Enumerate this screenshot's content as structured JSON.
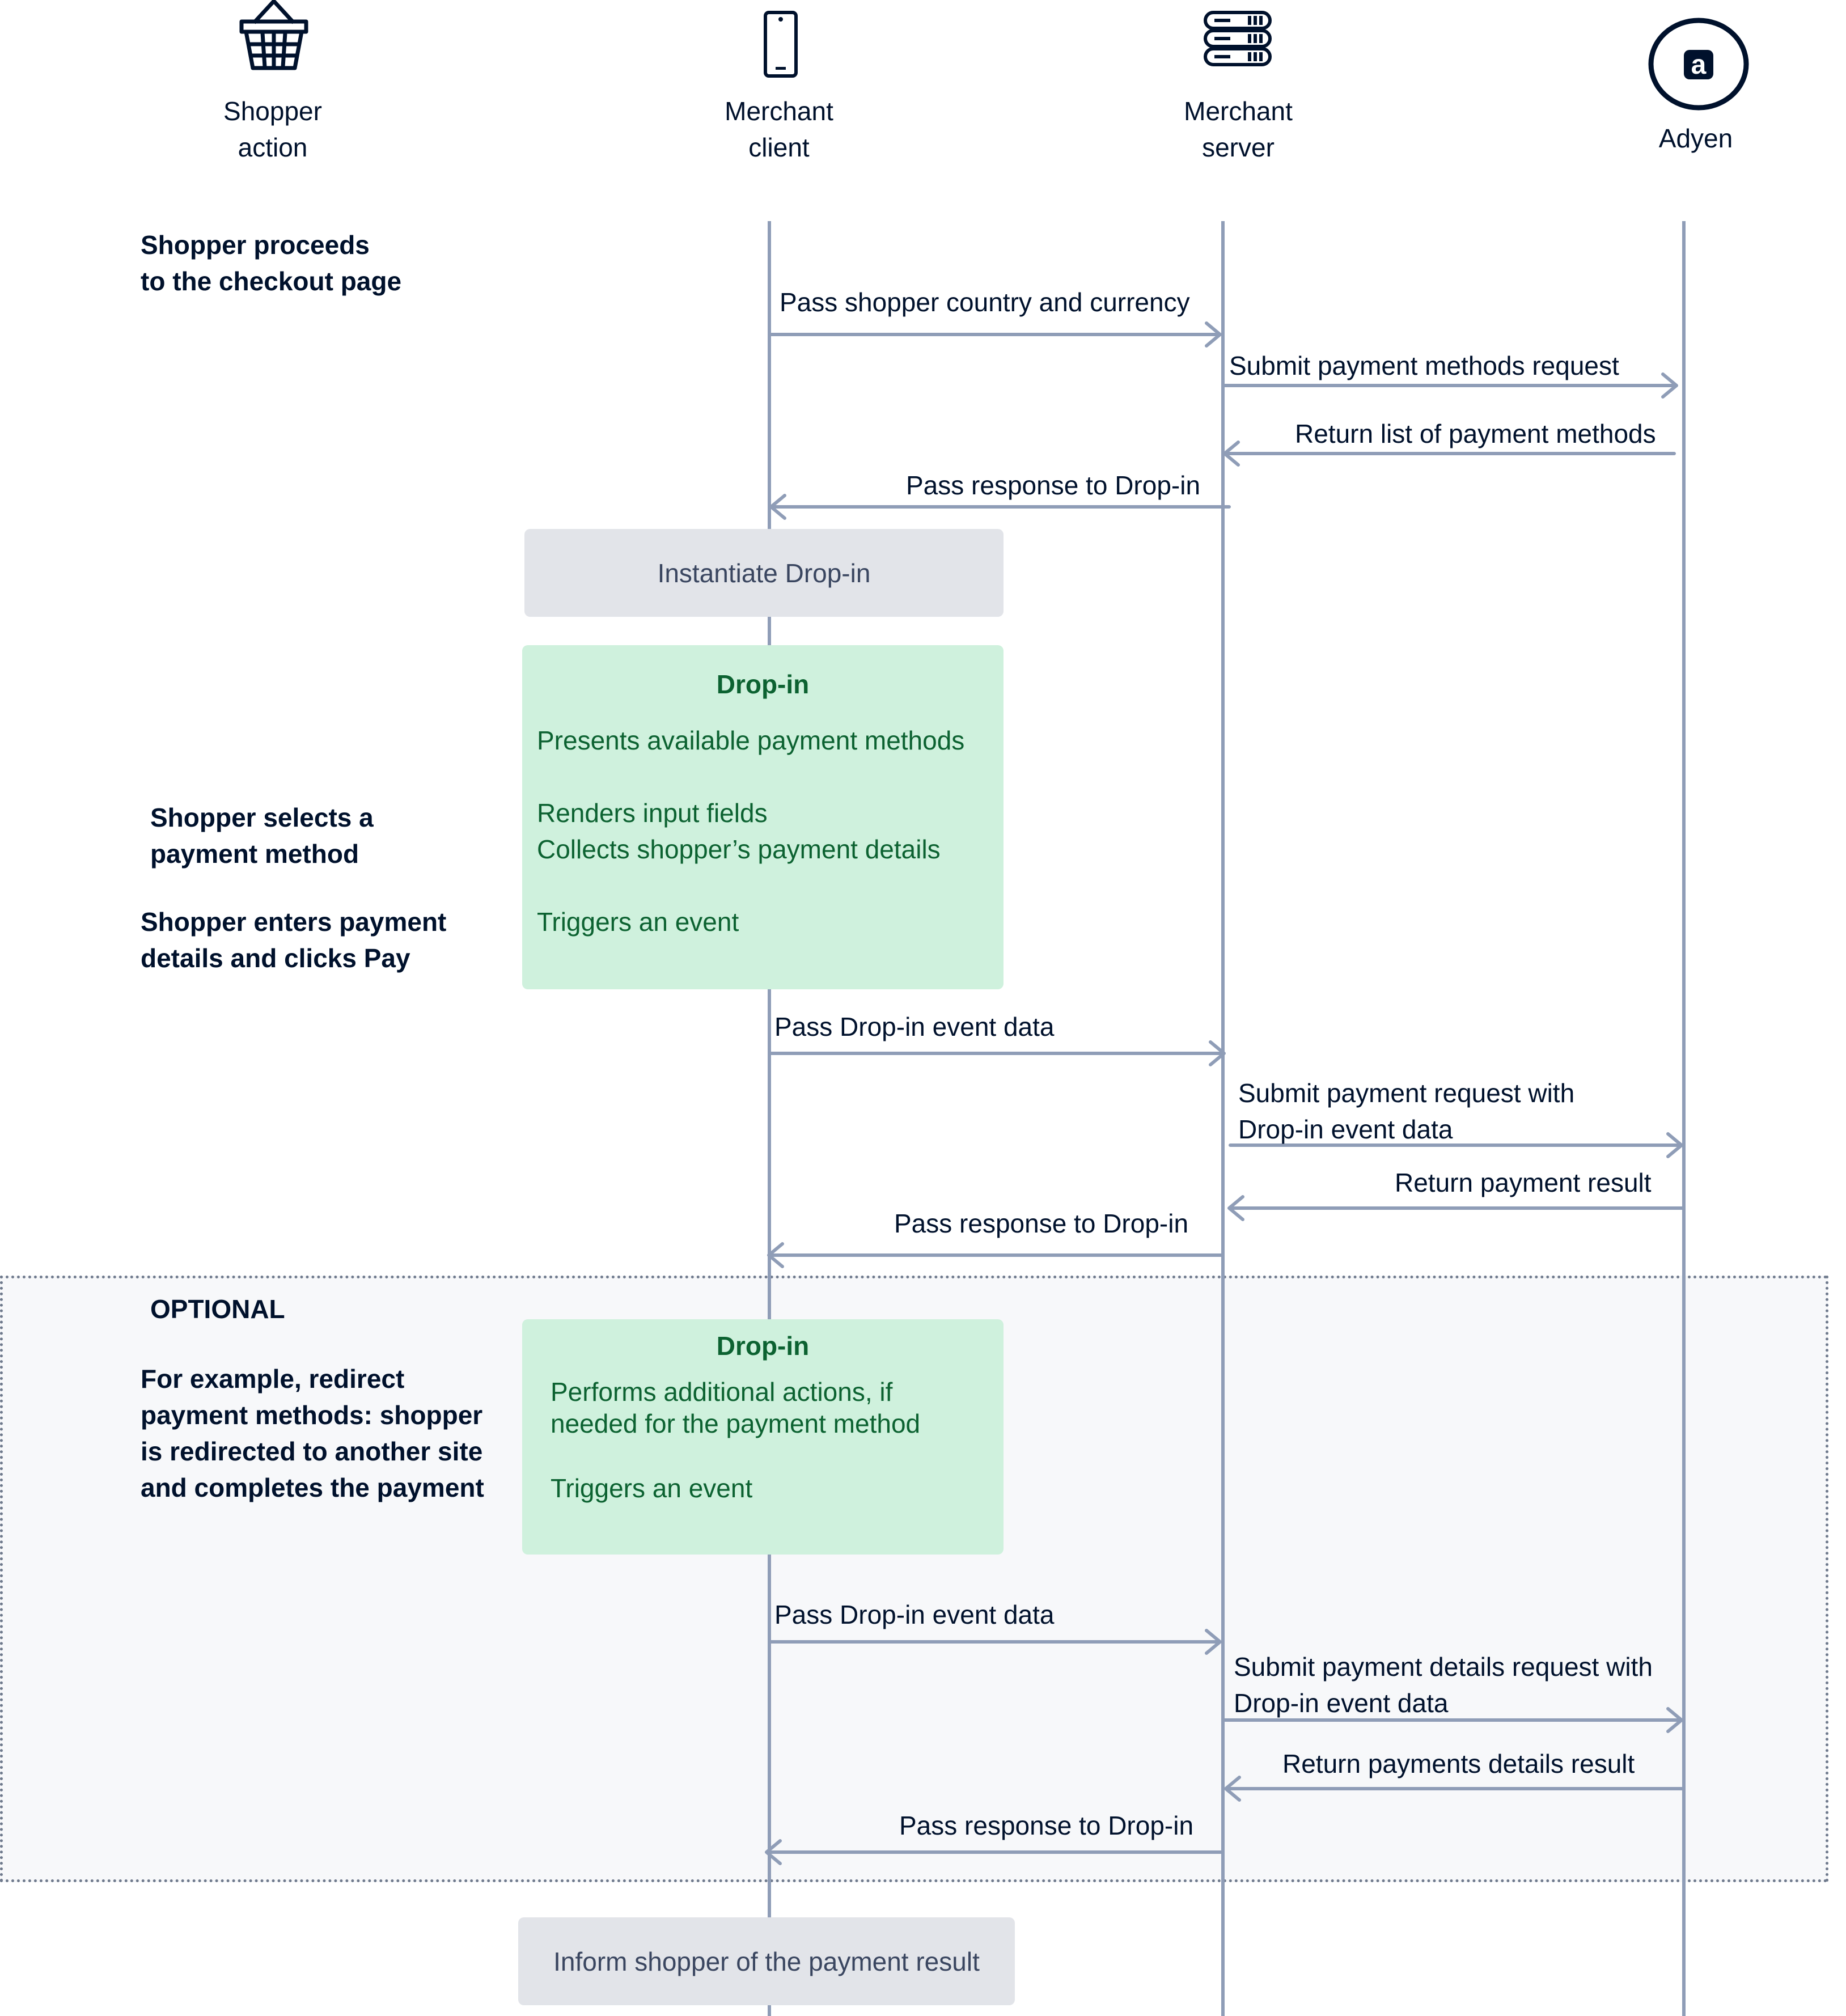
{
  "actors": {
    "shopper": {
      "line1": "Shopper",
      "line2": "action",
      "icon": "shopping-basket-icon"
    },
    "client": {
      "line1": "Merchant",
      "line2": "client",
      "icon": "mobile-phone-icon"
    },
    "server": {
      "line1": "Merchant",
      "line2": "server",
      "icon": "server-stack-icon"
    },
    "adyen": {
      "line1": "Adyen",
      "icon": "adyen-logo-icon",
      "logo_letter": "a"
    }
  },
  "steps": {
    "checkout": [
      "Shopper proceeds",
      "to the checkout page"
    ],
    "select": [
      "Shopper selects a",
      "payment method"
    ],
    "enter": [
      "Shopper enters payment",
      "details and clicks Pay"
    ],
    "optional_heading": "OPTIONAL",
    "redirect": [
      "For example, redirect",
      "payment methods: shopper",
      "is redirected to another site",
      "and completes the payment"
    ]
  },
  "messages": {
    "m1": "Pass shopper country and currency",
    "m2": "Submit  payment methods request",
    "m3": "Return list of payment methods",
    "m4": "Pass response to Drop-in",
    "m5": "Pass Drop-in event data",
    "m6": [
      "Submit payment request with",
      "Drop-in event data"
    ],
    "m7": "Return payment result",
    "m8": "Pass response to Drop-in",
    "m9": "Pass Drop-in event data",
    "m10": [
      "Submit payment details request with",
      "Drop-in event data"
    ],
    "m11": "Return payments details result",
    "m12": "Pass response to Drop-in"
  },
  "boxes": {
    "instantiate": "Instantiate Drop-in",
    "dropin1": {
      "title": "Drop-in",
      "lines": [
        "Presents available payment methods",
        "Renders input fields",
        "Collects shopper’s payment details",
        "Triggers an event"
      ]
    },
    "dropin2": {
      "title": "Drop-in",
      "lines": [
        "Performs additional actions, if",
        "needed for the payment method",
        "Triggers an event"
      ]
    },
    "inform": "Inform shopper of the payment result"
  },
  "colors": {
    "line": "#8f9db7",
    "text": "#00112c",
    "green_bg": "#cff1dd",
    "green_text": "#0c6231",
    "gray_box": "#e2e4e9",
    "optional_bg": "#f7f8fa"
  }
}
